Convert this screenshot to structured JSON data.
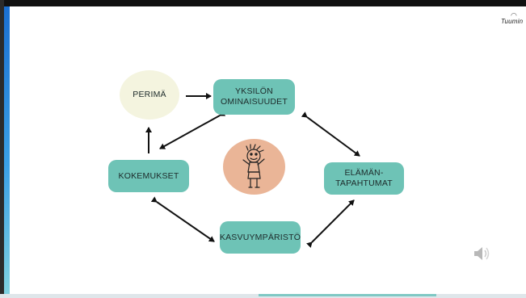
{
  "logo": {
    "text": "Tuumin"
  },
  "diagram": {
    "nodes": {
      "perima": {
        "label": "PERIMÄ"
      },
      "yksilon": {
        "line1": "YKSILÖN",
        "line2": "OMINAISUUDET"
      },
      "kokemukset": {
        "label": "KOKEMUKSET"
      },
      "elaman": {
        "line1": "ELÄMÄN-",
        "line2": "TAPAHTUMAT"
      },
      "kasvu": {
        "label": "KASVUYMPÄRISTÖ"
      }
    },
    "center_icon": "child-drawing",
    "colors": {
      "box": "#6ec3b6",
      "perima_circle": "#f4f4df",
      "child_circle": "#eab597",
      "arrow": "#111111"
    }
  },
  "controls": {
    "audio_icon": "speaker-icon"
  }
}
